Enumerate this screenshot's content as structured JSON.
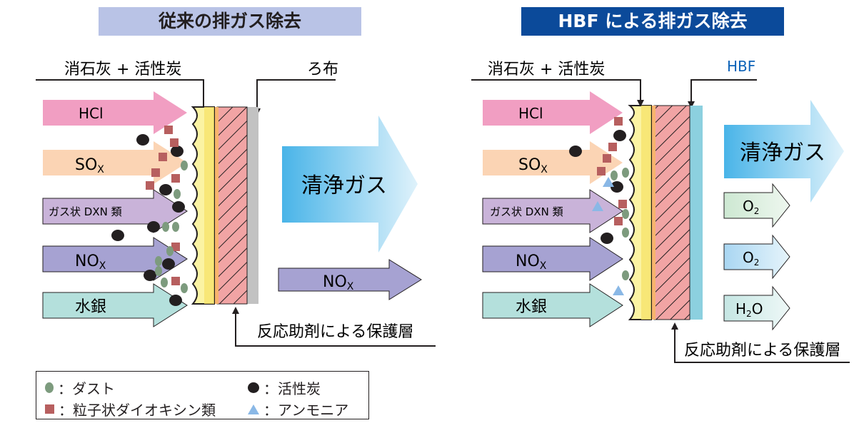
{
  "titles": {
    "left": "従来の排ガス除去",
    "right": "HBF による排ガス除去"
  },
  "labels": {
    "reagent": "消石灰 + 活性炭",
    "filter_cloth": "ろ布",
    "hbf": "HBF",
    "protective_layer": "反応助剤による保護層",
    "clean_gas": "清浄ガス"
  },
  "inputs": {
    "hcl": "HCl",
    "sox": "SO",
    "dxn": "ガス状 DXN 類",
    "nox": "NO",
    "mercury": "水銀"
  },
  "subscript_x": "X",
  "outputs": {
    "nox_left": "NO",
    "o2_a": "O",
    "o2_b": "O",
    "h2o_h": "H",
    "h2o_o": "O",
    "sub_2": "2"
  },
  "legend": {
    "dust": "：ダスト",
    "carbon": "：活性炭",
    "particle_dxn": "：粒子状ダイオキシン類",
    "ammonia": "：アンモニア"
  },
  "colors": {
    "hcl": "#f19ec2",
    "sox": "#fbd4b4",
    "dxn": "#c9b3d9",
    "nox": "#a6a2d2",
    "mercury": "#b4e0dc",
    "dust": "#7d9b7e",
    "particle": "#b75f5f",
    "carbon": "#231f20",
    "ammonia": "#8ab8e6",
    "clean_gas": "#49b4e8",
    "o2": "#b6dcf2",
    "o2_green": "#d7eddb",
    "hbf": "#8cd0df",
    "cloth": "#c2c2c2",
    "reagent_layer": "#fbf3a3",
    "protective": "#f1a4a4"
  }
}
